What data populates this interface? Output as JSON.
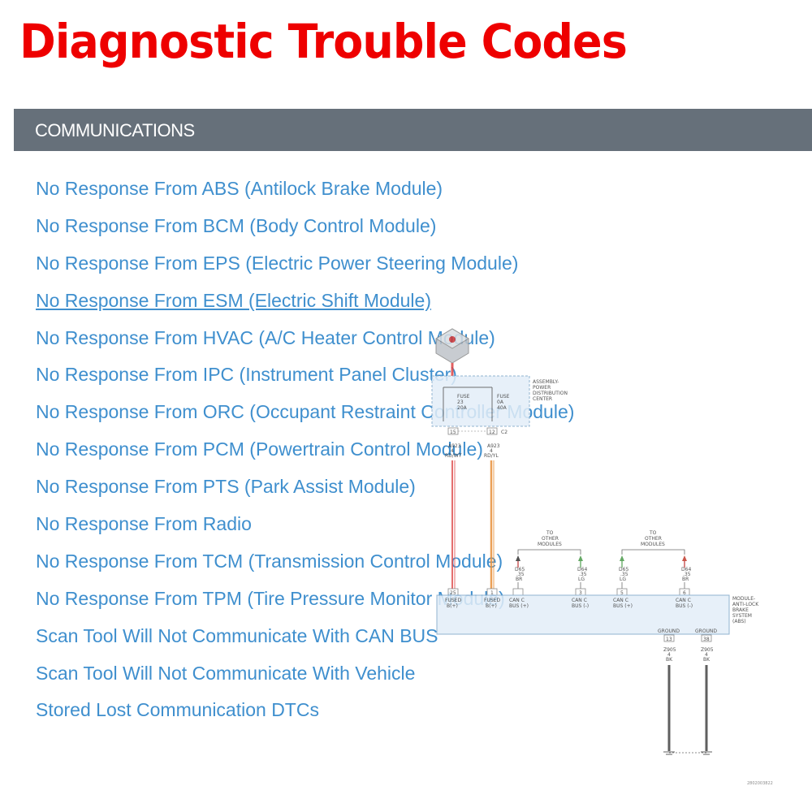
{
  "banner": {
    "title": "Diagnostic Trouble Codes",
    "color": "#ee0000"
  },
  "section": {
    "title": "COMMUNICATIONS"
  },
  "colors": {
    "link": "#3f8fce",
    "header_bg": "#66707a"
  },
  "dtc_items": [
    {
      "label": "No Response From ABS (Antilock Brake Module)"
    },
    {
      "label": "No Response From BCM (Body Control Module)"
    },
    {
      "label": "No Response From EPS (Electric Power Steering Module)"
    },
    {
      "label": "No Response From ESM (Electric Shift Module)",
      "active": true
    },
    {
      "label": "No Response From HVAC (A/C Heater Control Module)"
    },
    {
      "label": "No Response From IPC (Instrument Panel Cluster)"
    },
    {
      "label": "No Response From ORC (Occupant Restraint Controller Module)"
    },
    {
      "label": "No Response From PCM (Powertrain Control Module)"
    },
    {
      "label": "No Response From PTS (Park Assist Module)"
    },
    {
      "label": "No Response From Radio"
    },
    {
      "label": "No Response From TCM (Transmission Control Module)"
    },
    {
      "label": "No Response From TPM (Tire Pressure Monitor Module)"
    },
    {
      "label": "Scan Tool Will Not Communicate With CAN BUS"
    },
    {
      "label": "Scan Tool Will Not Communicate With Vehicle"
    },
    {
      "label": "Stored Lost Communication DTCs"
    }
  ],
  "diagram": {
    "pdc_label": [
      "ASSEMBLY-",
      "POWER",
      "DISTRIBUTION",
      "CENTER"
    ],
    "fuse_left": [
      "FUSE",
      "23",
      "20A"
    ],
    "fuse_right": [
      "FUSE",
      "0A",
      "40A"
    ],
    "pdc_pins": [
      "15",
      "12",
      "C2"
    ],
    "wire_left": [
      "A923",
      "4",
      "RD/WT"
    ],
    "wire_right": [
      "A923",
      "4",
      "RD/YL"
    ],
    "to_other_modules": [
      "TO",
      "OTHER",
      "MODULES"
    ],
    "can_wires": [
      [
        "D65",
        ".35",
        "BR"
      ],
      [
        "D64",
        ".35",
        "LG"
      ],
      [
        "D65",
        ".35",
        "LG"
      ],
      [
        "D64",
        ".35",
        "BR"
      ]
    ],
    "module_pins": [
      "25",
      "1",
      "3",
      "5",
      "6"
    ],
    "module_terminals": [
      [
        "FUSED",
        "B(+)"
      ],
      [
        "FUSED",
        "B(+)"
      ],
      [
        "CAN C",
        "BUS (+)"
      ],
      [
        "CAN C",
        "BUS (-)"
      ],
      [
        "CAN C",
        "BUS (+)"
      ],
      [
        "CAN C",
        "BUS (-)"
      ]
    ],
    "module_label": [
      "MODULE-",
      "ANTI-LOCK",
      "BRAKE",
      "SYSTEM",
      "(ABS)"
    ],
    "ground_label": "GROUND",
    "ground_pins": [
      "13",
      "38"
    ],
    "ground_wire": [
      "Z905",
      "4",
      "BK"
    ],
    "figure_id": "2802003822"
  }
}
